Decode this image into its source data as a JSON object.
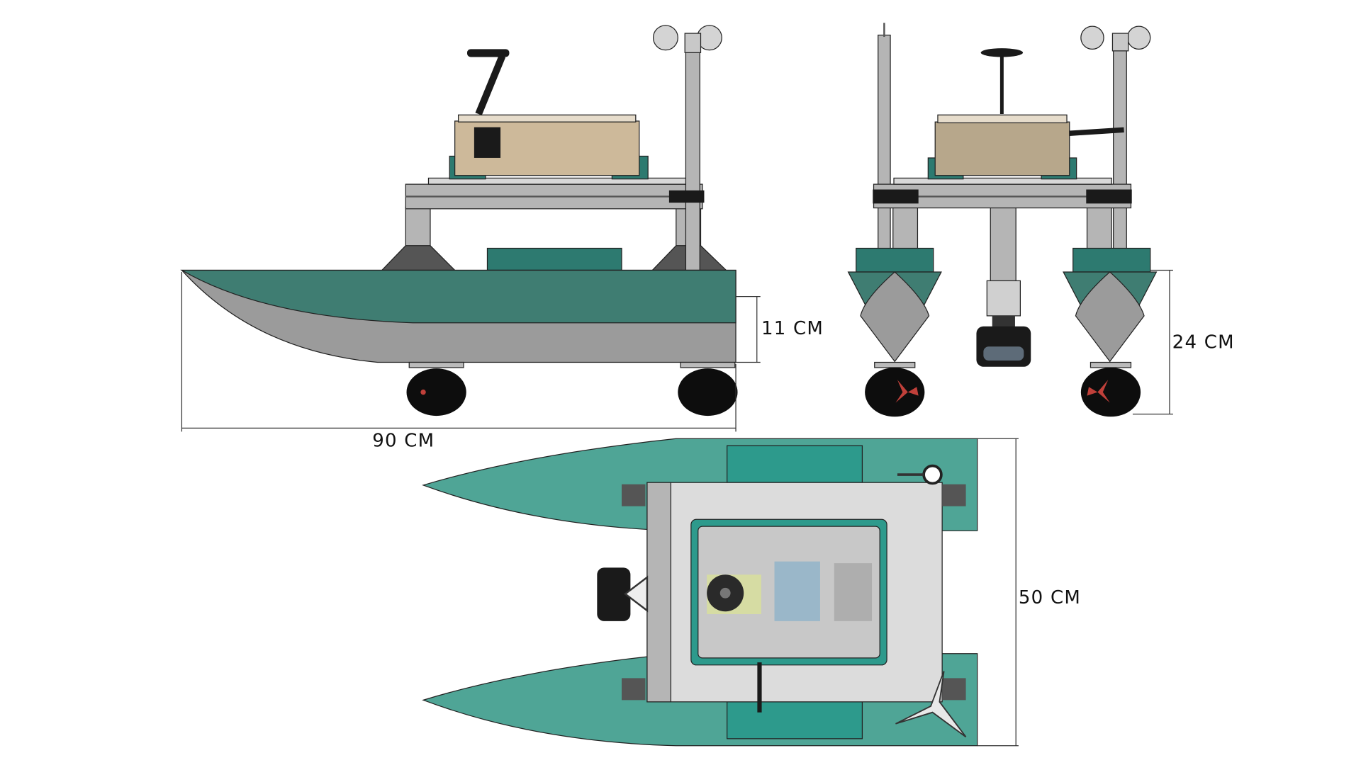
{
  "diagram": {
    "views": [
      "side-view",
      "front-view",
      "top-view"
    ],
    "dimensions": {
      "length": "90 CM",
      "draft": "11 CM",
      "height": "24 CM",
      "width": "50 CM"
    },
    "colors": {
      "hull_teal": "#3f7d72",
      "hull_gray": "#9b9b9b",
      "top_teal": "#4fa596",
      "mount_teal": "#2d7a70",
      "enclosure_beige": "#cdb99a",
      "frame_gray": "#b5b5b5",
      "plate_gray": "#dcdcdc",
      "propeller_red": "#c0403a"
    }
  }
}
